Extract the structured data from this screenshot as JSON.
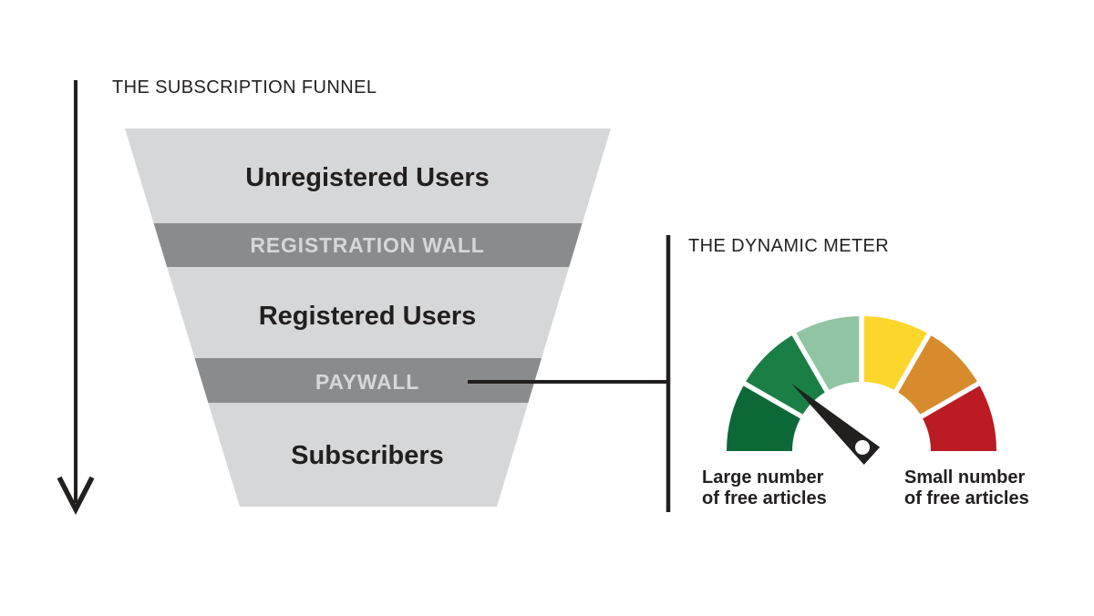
{
  "colors": {
    "background": "#ffffff",
    "ink": "#221f1f",
    "funnel_light": "#d6d7d8",
    "funnel_dark": "#8a8b8d",
    "band_label_text": "#d6d7d8"
  },
  "funnel": {
    "title": "THE SUBSCRIPTION FUNNEL",
    "layers": [
      {
        "label": "Unregistered Users",
        "tone": "light"
      },
      {
        "label": "REGISTRATION WALL",
        "tone": "dark"
      },
      {
        "label": "Registered Users",
        "tone": "light"
      },
      {
        "label": "PAYWALL",
        "tone": "dark"
      },
      {
        "label": "Subscribers",
        "tone": "light"
      }
    ]
  },
  "meter": {
    "title": "THE DYNAMIC METER",
    "segments": [
      {
        "name": "green-dark",
        "color": "#0d6837"
      },
      {
        "name": "green",
        "color": "#1a7f44"
      },
      {
        "name": "mint",
        "color": "#8fc5a2"
      },
      {
        "name": "yellow",
        "color": "#fcd62b"
      },
      {
        "name": "orange",
        "color": "#d78b2c"
      },
      {
        "name": "red",
        "color": "#bb1b23"
      }
    ],
    "needle_points_to": "green",
    "left_label": {
      "line1": "Large number",
      "line2": "of free articles"
    },
    "right_label": {
      "line1": "Small number",
      "line2": "of free articles"
    }
  }
}
